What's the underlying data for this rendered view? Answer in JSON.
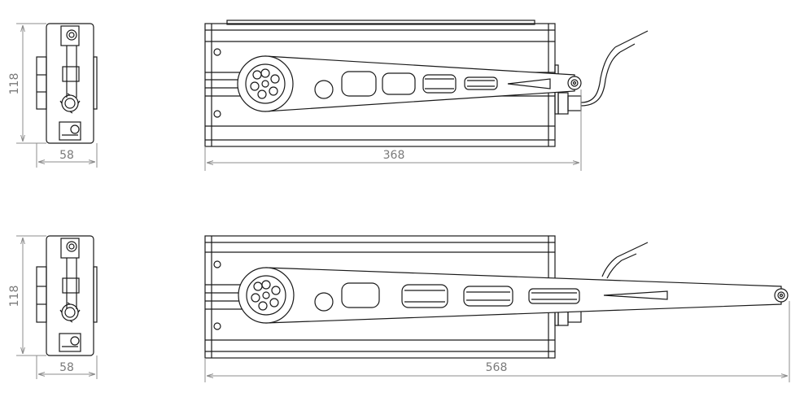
{
  "colors": {
    "outline": "#1a1a1a",
    "dimension": "#8c8c8c",
    "dimension_text": "#7a7a7a",
    "background": "#ffffff"
  },
  "views": {
    "top": {
      "height_label": "118",
      "side_width_label": "58",
      "length_label": "368"
    },
    "bottom": {
      "height_label": "118",
      "side_width_label": "58",
      "length_label": "568"
    }
  }
}
